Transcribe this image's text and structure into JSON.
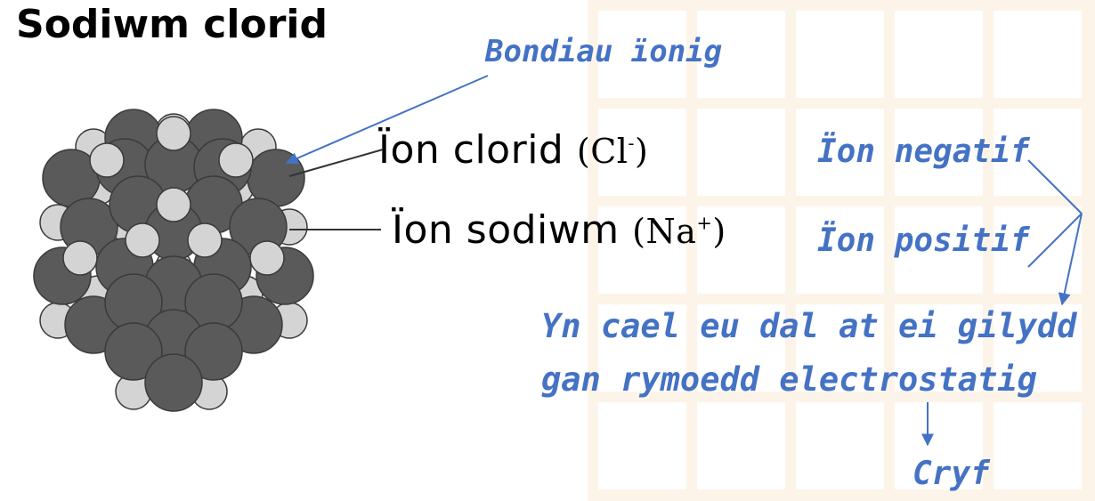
{
  "title": "Sodiwm clorid",
  "labels": {
    "chloride": {
      "text": "Ïon clorid",
      "formula_open": "(",
      "symbol": "Cl",
      "charge": "-",
      "formula_close": ")"
    },
    "sodium": {
      "text": "Ïon sodiwm",
      "formula_open": "(",
      "symbol": "Na",
      "charge": "+",
      "formula_close": ")"
    }
  },
  "annotations": {
    "ionic_bonds": "Bondiau ïonig",
    "negative_ion": "Ïon negatif",
    "positive_ion": "Ïon positif",
    "held_line1": "Yn cael eu dal at ei gilydd",
    "held_line2": "gan rymoedd electrostatig",
    "strong": "Cryf"
  },
  "colors": {
    "chloride_ion": "#5a5a5a",
    "sodium_ion": "#d4d4d4",
    "annotation_ink": "#4472c4",
    "background_grid": "#fdf4e9"
  }
}
